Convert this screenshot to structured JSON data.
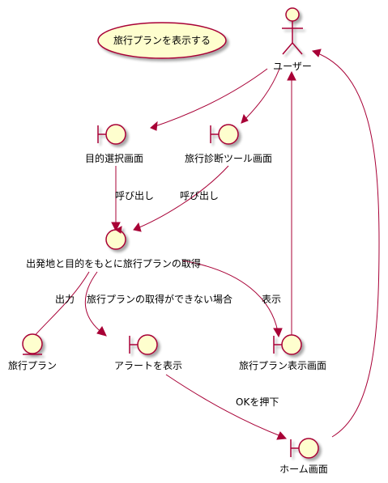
{
  "diagram": {
    "usecase": {
      "label": "旅行プランを表示する"
    },
    "actor": {
      "label": "ユーザー"
    },
    "purpose_screen": {
      "label": "目的選択画面"
    },
    "diagnosis_screen": {
      "label": "旅行診断ツール画面"
    },
    "control": {
      "label": "出発地と目的をもとに旅行プランの取得"
    },
    "travel_plan_entity": {
      "label": "旅行プラン"
    },
    "alert_screen": {
      "label": "アラートを表示"
    },
    "plan_display_screen": {
      "label": "旅行プラン表示画面"
    },
    "home_screen": {
      "label": "ホーム画面"
    },
    "edges": {
      "call_from_purpose": "呼び出し",
      "call_from_diagnosis": "呼び出し",
      "output": "出力",
      "cannot_get": "旅行プランの取得ができない場合",
      "display": "表示",
      "ok_press": "OKを押下"
    },
    "colors": {
      "line": "#A80036",
      "fill": "#FEFECE"
    }
  }
}
